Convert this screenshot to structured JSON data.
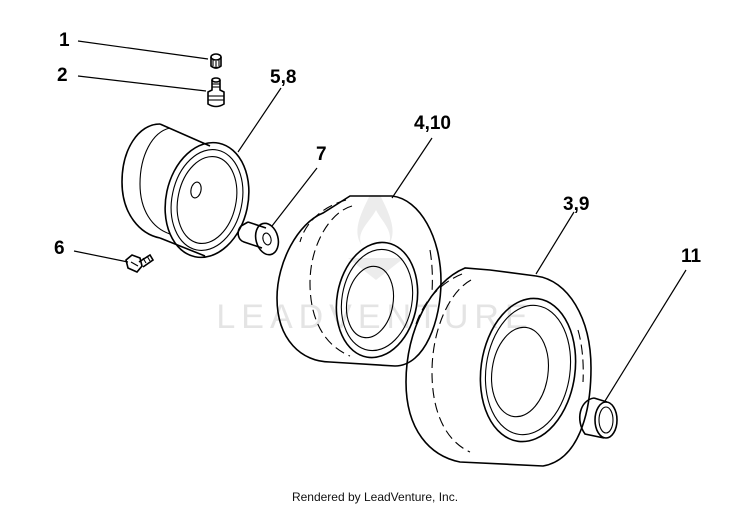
{
  "callouts": {
    "c1": "1",
    "c2": "2",
    "c58": "5,8",
    "c7": "7",
    "c410": "4,10",
    "c6": "6",
    "c39": "3,9",
    "c11": "11"
  },
  "watermark": "LEADVENTURE",
  "footer": "Rendered by LeadVenture, Inc."
}
